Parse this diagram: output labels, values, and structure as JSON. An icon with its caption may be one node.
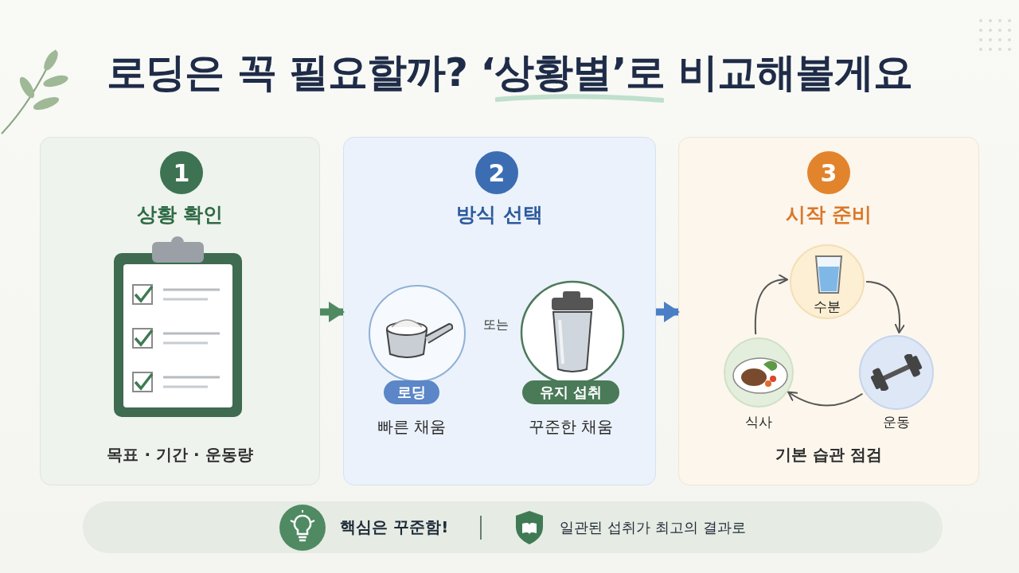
{
  "diagram": {
    "title": "로딩은 꼭 필요할까? ‘상황별’로 비교해볼게요",
    "nodes": [
      {
        "text": [
          "상황 확인",
          "목표 · 기간 · 운동량"
        ]
      },
      {
        "text": [
          "1"
        ],
        "in": 0
      },
      {
        "text": [
          "방식 선택"
        ]
      },
      {
        "text": [
          "2"
        ],
        "in": 2
      },
      {
        "text": [
          "로딩"
        ],
        "in": 2,
        "beside": [
          "빠른 채움"
        ]
      },
      {
        "text": [
          "유지 섭취"
        ],
        "in": 2,
        "beside": [
          "꾸준한 채움"
        ]
      },
      {
        "text": [
          "시작 준비",
          "기본 습관 점검"
        ]
      },
      {
        "text": [
          "3"
        ],
        "in": 6
      },
      {
        "text": [
          "수분"
        ],
        "in": 6
      },
      {
        "text": [],
        "shape": "circle",
        "in": 6,
        "beside": [
          "운동"
        ]
      },
      {
        "text": [],
        "shape": "circle",
        "in": 6,
        "beside": [
          "식사"
        ]
      },
      {
        "text": [
          "핵심은 꾸준함!",
          "일관된 섭취가 최고의 결과로"
        ]
      }
    ],
    "edges": [
      {
        "from": 0,
        "to": 2,
        "arrow": "to",
        "style": "thick",
        "color": "#4f8a62"
      },
      {
        "from": 2,
        "to": 6,
        "arrow": "to",
        "style": "thick",
        "color": "#4a7fc6"
      },
      {
        "from": 8,
        "to": 9,
        "arrow": "to"
      },
      {
        "from": 9,
        "to": 10,
        "arrow": "to"
      },
      {
        "from": 10,
        "to": 8,
        "arrow": "to"
      }
    ],
    "labels": [
      "또는"
    ]
  }
}
